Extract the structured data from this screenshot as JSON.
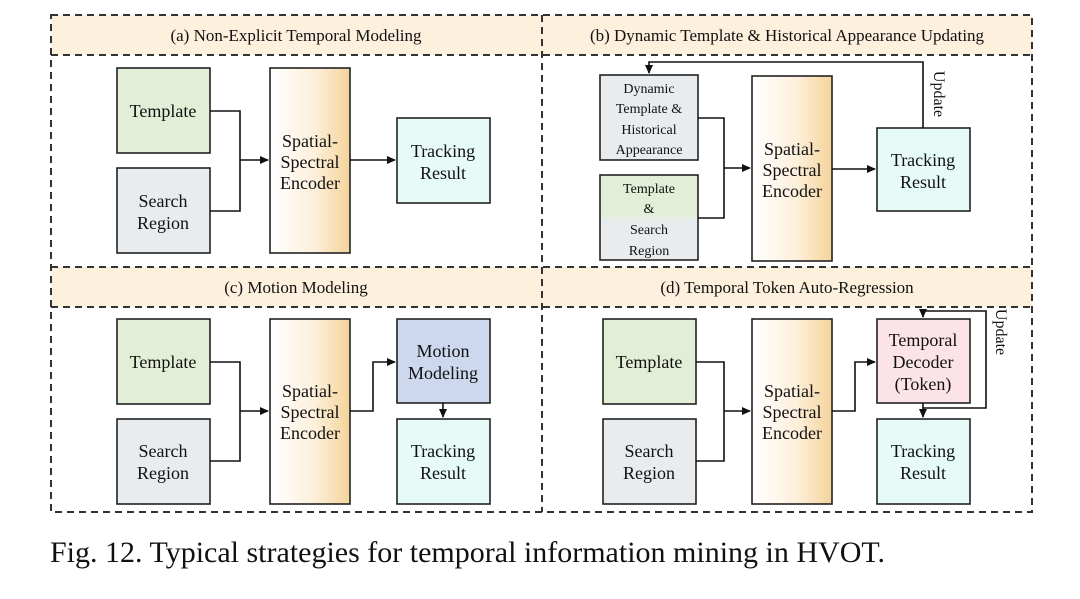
{
  "panels": {
    "a": {
      "title": "(a) Non-Explicit Temporal Modeling",
      "template": "Template",
      "search": [
        "Search",
        "Region"
      ],
      "encoder": [
        "Spatial-",
        "Spectral",
        "Encoder"
      ],
      "result": [
        "Tracking",
        "Result"
      ]
    },
    "b": {
      "title": "(b) Dynamic Template & Historical Appearance Updating",
      "dynamic": [
        "Dynamic",
        "Template &",
        "Historical",
        "Appearance"
      ],
      "template_search": [
        "Template",
        "&",
        "Search",
        "Region"
      ],
      "encoder": [
        "Spatial-",
        "Spectral",
        "Encoder"
      ],
      "result": [
        "Tracking",
        "Result"
      ],
      "update": "Update"
    },
    "c": {
      "title": "(c) Motion Modeling",
      "template": "Template",
      "search": [
        "Search",
        "Region"
      ],
      "encoder": [
        "Spatial-",
        "Spectral",
        "Encoder"
      ],
      "motion": [
        "Motion",
        "Modeling"
      ],
      "result": [
        "Tracking",
        "Result"
      ]
    },
    "d": {
      "title": "(d) Temporal Token Auto-Regression",
      "template": "Template",
      "search": [
        "Search",
        "Region"
      ],
      "encoder": [
        "Spatial-",
        "Spectral",
        "Encoder"
      ],
      "decoder": [
        "Temporal",
        "Decoder",
        "(Token)"
      ],
      "result": [
        "Tracking",
        "Result"
      ],
      "update": "Update"
    }
  },
  "caption": "Fig. 12. Typical strategies for temporal information mining in HVOT.",
  "colors": {
    "header_fill": "#fdf0dc",
    "template_green": "#e2eed5",
    "search_gray": "#e9ecef",
    "result_cyan": "#e6faf8",
    "motion_blue": "#cdd8ee",
    "decoder_pink": "#fbe3e7",
    "encoder_gradient": [
      "#ffffff",
      "#f7d9a8"
    ]
  }
}
